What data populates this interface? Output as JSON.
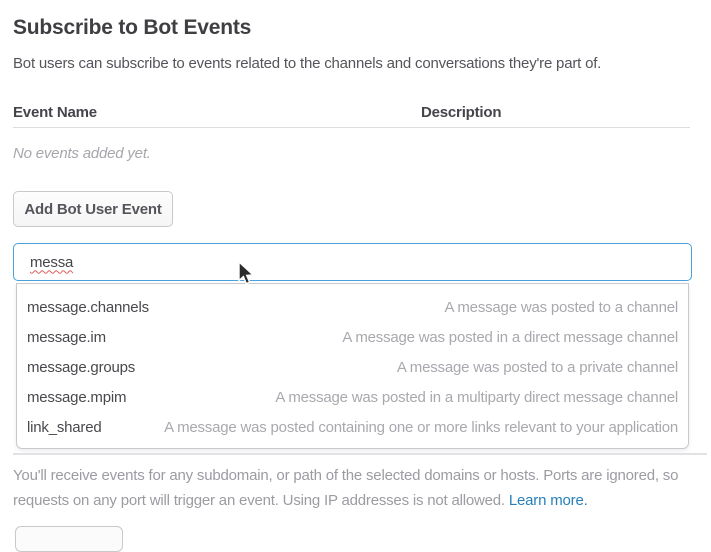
{
  "page": {
    "title": "Subscribe to Bot Events",
    "subtitle": "Bot users can subscribe to events related to the channels and conversations they're part of."
  },
  "events_table": {
    "columns": {
      "event_name": "Event Name",
      "description": "Description"
    },
    "empty_message": "No events added yet."
  },
  "actions": {
    "add_bot_user_event_label": "Add Bot User Event"
  },
  "event_search": {
    "value": "messa"
  },
  "suggestions": {
    "items": [
      {
        "name": "message.channels",
        "description": "A message was posted to a channel"
      },
      {
        "name": "message.im",
        "description": "A message was posted in a direct message channel"
      },
      {
        "name": "message.groups",
        "description": "A message was posted to a private channel"
      },
      {
        "name": "message.mpim",
        "description": "A message was posted in a multiparty direct message channel"
      },
      {
        "name": "link_shared",
        "description": "A message was posted containing one or more links relevant to your application"
      }
    ]
  },
  "footer": {
    "line1": "You'll receive events for any subdomain, or path of the selected domains or hosts. Ports are ignored, so",
    "line2": "requests on any port will trigger an event. Using IP addresses is not allowed. ",
    "link_label": "Learn more."
  },
  "colors": {
    "accent_blue": "#4aa0da",
    "link_blue": "#2780ba",
    "spellcheck_red": "#e05c5c"
  }
}
